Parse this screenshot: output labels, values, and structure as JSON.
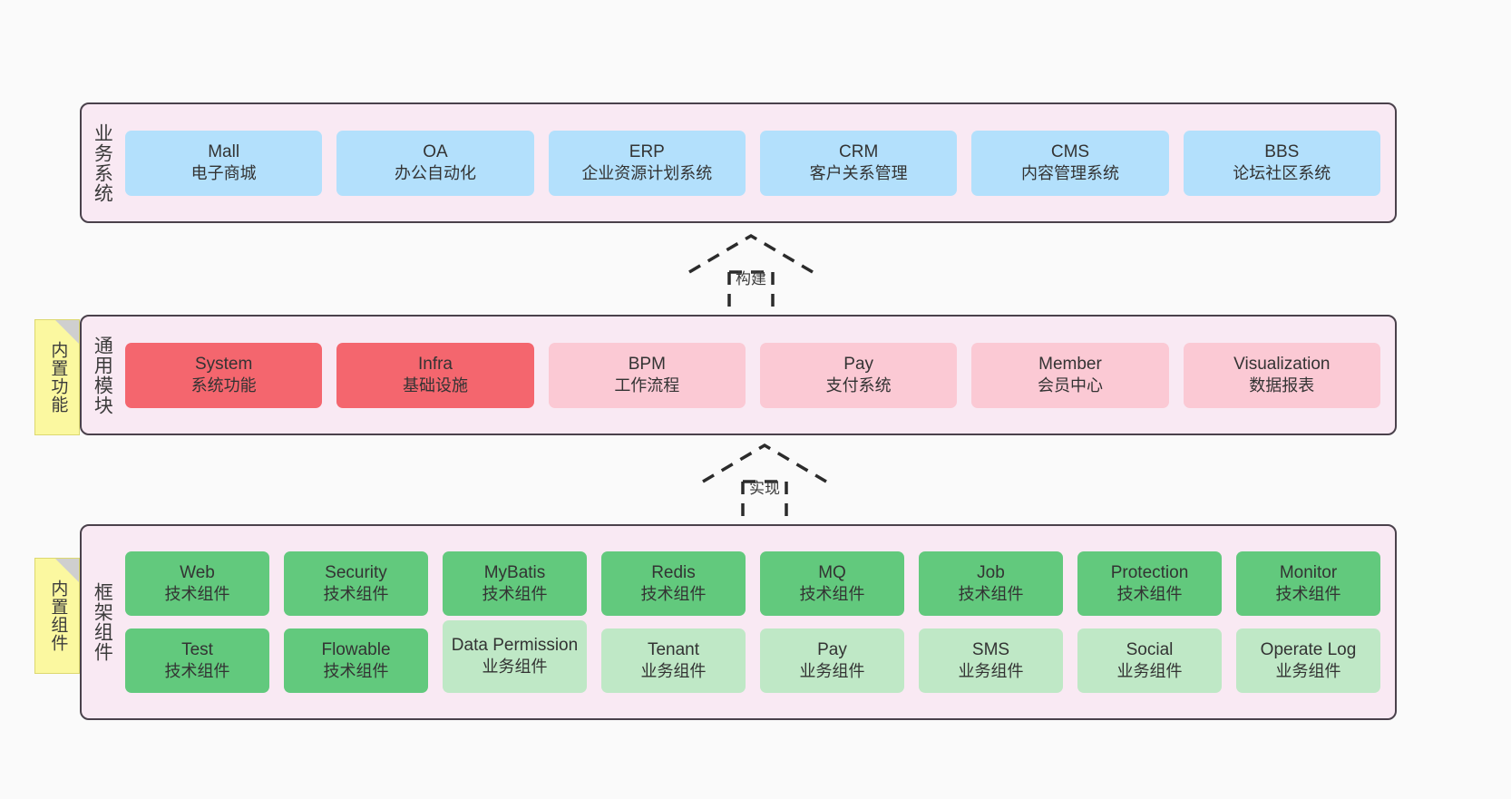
{
  "theme": {
    "background": "#fafafa",
    "layer_fill": "#f9e9f3",
    "layer_border": "#4a414b",
    "note_fill": "#fbf8a0",
    "blue": "#b3e0fc",
    "red": "#f4666e",
    "pink": "#fbc9d4",
    "green": "#62c97d",
    "light_green": "#bfe8c6"
  },
  "layers": {
    "business": {
      "title": "业务系统",
      "rows": [
        [
          {
            "en": "Mall",
            "cn": "电子商城"
          },
          {
            "en": "OA",
            "cn": "办公自动化"
          },
          {
            "en": "ERP",
            "cn": "企业资源计划系统"
          },
          {
            "en": "CRM",
            "cn": "客户关系管理"
          },
          {
            "en": "CMS",
            "cn": "内容管理系统"
          },
          {
            "en": "BBS",
            "cn": "论坛社区系统"
          }
        ]
      ]
    },
    "common": {
      "title": "通用模块",
      "rows": [
        [
          {
            "en": "System",
            "cn": "系统功能"
          },
          {
            "en": "Infra",
            "cn": "基础设施"
          },
          {
            "en": "BPM",
            "cn": "工作流程"
          },
          {
            "en": "Pay",
            "cn": "支付系统"
          },
          {
            "en": "Member",
            "cn": "会员中心"
          },
          {
            "en": "Visualization",
            "cn": "数据报表"
          }
        ]
      ]
    },
    "framework": {
      "title": "框架组件",
      "rows": [
        [
          {
            "en": "Web",
            "cn": "技术组件"
          },
          {
            "en": "Security",
            "cn": "技术组件"
          },
          {
            "en": "MyBatis",
            "cn": "技术组件"
          },
          {
            "en": "Redis",
            "cn": "技术组件"
          },
          {
            "en": "MQ",
            "cn": "技术组件"
          },
          {
            "en": "Job",
            "cn": "技术组件"
          },
          {
            "en": "Protection",
            "cn": "技术组件"
          },
          {
            "en": "Monitor",
            "cn": "技术组件"
          }
        ],
        [
          {
            "en": "Test",
            "cn": "技术组件"
          },
          {
            "en": "Flowable",
            "cn": "技术组件"
          },
          {
            "en": "Data Permission",
            "cn": "业务组件"
          },
          {
            "en": "Tenant",
            "cn": "业务组件"
          },
          {
            "en": "Pay",
            "cn": "业务组件"
          },
          {
            "en": "SMS",
            "cn": "业务组件"
          },
          {
            "en": "Social",
            "cn": "业务组件"
          },
          {
            "en": "Operate Log",
            "cn": "业务组件"
          }
        ]
      ]
    }
  },
  "notes": {
    "common": "内置功能",
    "framework": "内置组件"
  },
  "connectors": {
    "build": "构建",
    "implement": "实现"
  }
}
